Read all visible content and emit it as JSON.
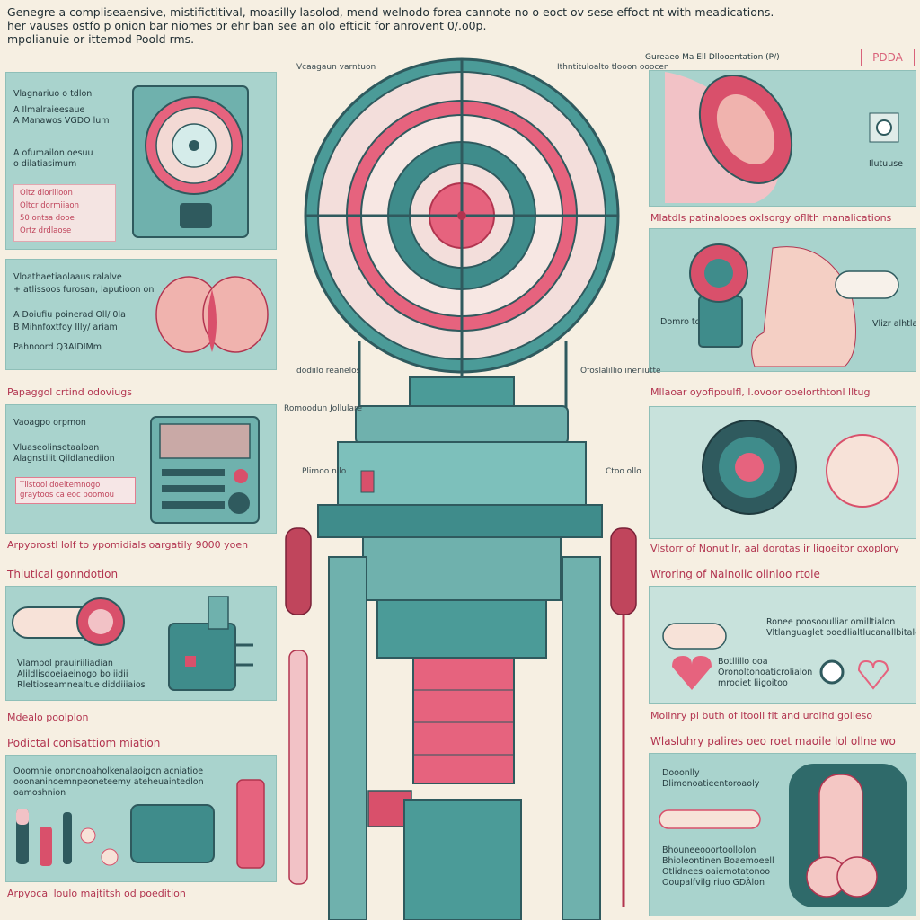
{
  "header": {
    "line1": "Genegre a compliseaensive, mistifictitival, moasilly lasolod, mend welnodo forea cannote no o eoct ov sese effoct  nt with meadications.",
    "line2": "her vauses ostfo p onion bar niomes or ehr ban see an olo efticit for anrovent 0/.o0p.",
    "line3": "mpolianuie or ittemod Poold rms."
  },
  "badge": "PDDA",
  "top_right_label": "Gureaeo Ma Ell Dllooentation (P/)",
  "left": {
    "p1": {
      "lines": [
        "Vlagnariuo o tdlon",
        "A Ilmalraieesaue",
        "A Manawos VGDO lum",
        "A ofumailon oesuu",
        "o dilatiasimum"
      ],
      "tags": [
        "Oltz dlorilloon",
        "Oltcr dormiiaon",
        "50 ontsa dooe",
        "Ortz drdlaose"
      ]
    },
    "p2": {
      "lines": [
        "Vloathaetiaolaaus ralalve",
        "+ atlissoos furosan, laputioon on",
        "A Doiufiu poinerad Oll/ 0la",
        "B Mihnfoxtfoy Illy/ ariam",
        "Pahnoord Q3AIDIMm"
      ]
    },
    "caption2": "Papaggol crtind odoviugs",
    "p3": {
      "lines": [
        "Vaoagpo orpmon",
        "Vluaseolinsotaaloan",
        "Alagnstilit Qildlanediion"
      ],
      "box": [
        "Tlistooi doeltemnogo",
        "graytoos ca eoc poomou"
      ]
    },
    "caption3": "Arpyorostl lolf to ypomidials oargatily 9000 yoen",
    "heading4": "Thlutical gonndotion",
    "p4": {
      "lines": [
        "Vlampol prauiriiliadian",
        "Alildlisdoeiaeinogo bo iidii",
        "Rleltioseamnealtue diddiiiaios"
      ]
    },
    "caption4": "Mdealo poolplon",
    "heading5": "Podictal conisattiom miation",
    "p5": {
      "lines": [
        "Ooomnie ononcnoaholkenalaoigon acniatioe",
        "ooonaninoemnpeoneteemy ateheuaintedlon",
        "oamoshnion"
      ]
    },
    "caption5": "Arpyocal loulo majtitsh od poedition"
  },
  "center": {
    "callouts": [
      "Vcaagaun varntuon",
      "Ithntituloalto tlooon ooocen",
      "dodiilo reanelos",
      "Ofoslalillio ineniutte",
      "Romoodun Jollulare",
      "Plimoo nllo",
      "Ctoo ollo"
    ]
  },
  "right": {
    "p1_label": "Ilutuuse",
    "caption1": "Mlatdls patinalooes oxlsorgy ofllth manalications",
    "p2_labels": [
      "Domro tdo",
      "Vlizr alhtlaoy"
    ],
    "caption2": "Mllaoar oyofipoulfl, l.ovoor ooelorthtonl lltug",
    "caption3": "Vlstorr of Nonutilr, aal dorgtas ir ligoeitor oxoplory",
    "heading4": "Wroring of Nalnolic olinloo rtole",
    "p4_lines": [
      "Ronee poosooulliar omilltialon",
      "Vltlanguaglet ooedlialtlucanallbitale",
      "Botllillo ooa",
      "Oronoltonoaticrolialon",
      "mrodiet liigoitoo"
    ],
    "caption4": "Mollnry pl buth of ltooll flt and urolhd golleso",
    "heading5": "Wlasluhry palires oeo roet maoile lol ollne wo",
    "p5_lines": [
      "Dooonlly",
      "Dlimonoatieentoroaoly"
    ],
    "p5_bottom": [
      "Bhouneeooortoollolon",
      "Bhioleontinen Boaemoeell",
      "Otlidnees oaiemotatonoo",
      "Ooupalfvilg riuo GDÀlon"
    ]
  }
}
